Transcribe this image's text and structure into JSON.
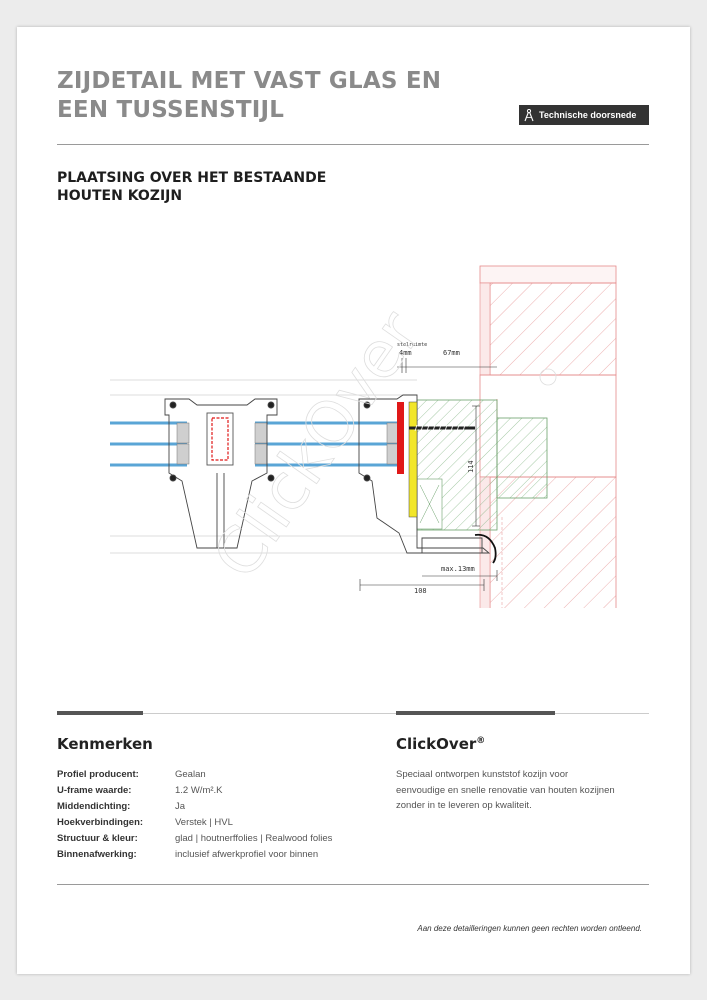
{
  "header": {
    "title_line1": "ZIJDETAIL MET VAST GLAS EN",
    "title_line2": "EEN TUSSENSTIJL",
    "badge_label": "Technische doorsnede"
  },
  "section": {
    "subtitle_line1": "PLAATSING OVER HET BESTAANDE",
    "subtitle_line2": "HOUTEN KOZIJN"
  },
  "drawing": {
    "label_stelruimte": "stelruimte",
    "dim_4mm": "4mm",
    "dim_67mm": "67mm",
    "dim_114": "114",
    "dim_max13": "max.13mm",
    "dim_108": "108",
    "watermark": "ClickOver"
  },
  "features": {
    "heading": "Kenmerken",
    "rows": [
      {
        "label": "Profiel producent:",
        "value": "Gealan"
      },
      {
        "label": "U-frame waarde:",
        "value": "1.2 W/m².K"
      },
      {
        "label": "Middendichting:",
        "value": "Ja"
      },
      {
        "label": "Hoekverbindingen:",
        "value": "Verstek | HVL"
      },
      {
        "label": "Structuur & kleur:",
        "value": "glad | houtnerffolies | Realwood folies"
      },
      {
        "label": "Binnenafwerking:",
        "value": "inclusief afwerkprofiel voor binnen"
      }
    ]
  },
  "product": {
    "name": "ClickOver",
    "mark": "®",
    "description": "Speciaal ontworpen kunststof kozijn voor eenvoudige en snelle renovatie van houten kozijnen zonder in te leveren op kwaliteit."
  },
  "footer": {
    "disclaimer": "Aan deze detailleringen kunnen geen rechten worden ontleend."
  },
  "colors": {
    "title_gray": "#8a8a8a",
    "badge_bg": "#333333",
    "glass_blue": "#5aa5d6",
    "hatch_red": "#e05a5a",
    "seal_red": "#e01818",
    "insulation_yellow": "#f2e62a"
  }
}
